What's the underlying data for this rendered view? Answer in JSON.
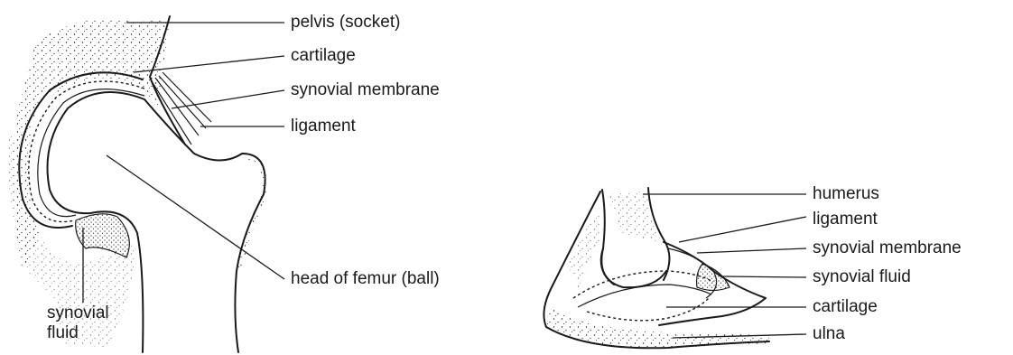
{
  "hip_joint": {
    "labels": {
      "pelvis": "pelvis (socket)",
      "cartilage": "cartilage",
      "synovial_membrane": "synovial membrane",
      "ligament": "ligament",
      "head_of_femur": "head of femur (ball)",
      "synovial_fluid": "synovial\nfluid"
    }
  },
  "elbow_joint": {
    "labels": {
      "humerus": "humerus",
      "ligament": "ligament",
      "synovial_membrane": "synovial membrane",
      "synovial_fluid": "synovial fluid",
      "cartilage": "cartilage",
      "ulna": "ulna"
    }
  }
}
